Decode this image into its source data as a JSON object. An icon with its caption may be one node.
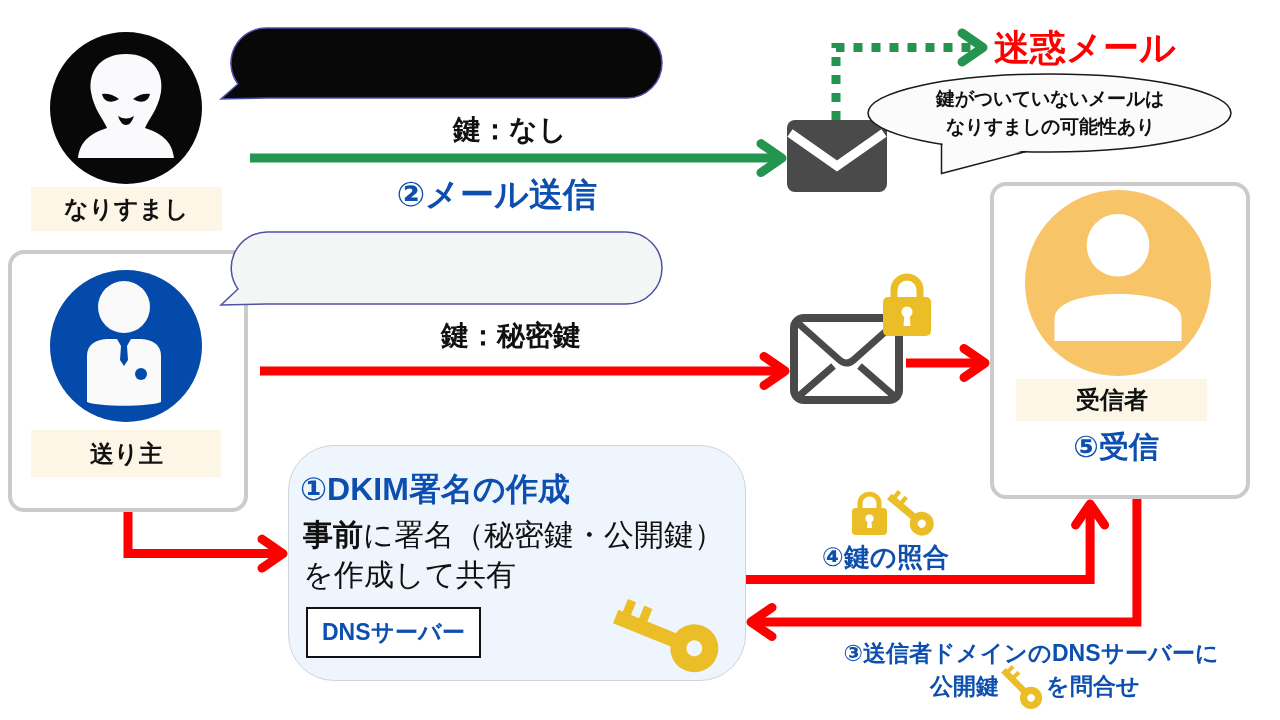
{
  "diagram": {
    "nodes": [
      {
        "text": [
          "なりすまし"
        ]
      },
      {
        "text": [],
        "shape": "bubble"
      },
      {
        "text": [],
        "shape": "envelope"
      },
      {
        "text": [
          "迷惑メール"
        ]
      },
      {
        "text": [
          "鍵がついていないメールはなりすましの可能性あり"
        ]
      },
      {
        "text": [
          "受信者",
          "⑤受信"
        ]
      },
      {
        "text": [
          "送り主"
        ]
      },
      {
        "text": [],
        "shape": "bubble"
      },
      {
        "text": [],
        "shape": "envelope"
      },
      {
        "text": [
          "①DKIM署名の作成",
          "**事前**に署名（秘密鍵・公開鍵）を作成して共有"
        ]
      },
      {
        "text": [
          "DNSサーバー"
        ],
        "in": 9
      }
    ],
    "edges": [
      {
        "from": 0,
        "to": 2,
        "arrow": "to",
        "label": "鍵：なし",
        "color": "#23954f"
      },
      {
        "from": 2,
        "to": 3,
        "arrow": "to",
        "style": "dashed",
        "color": "#23954f"
      },
      {
        "from": 6,
        "to": 8,
        "arrow": "to",
        "label": "鍵：秘密鍵"
      },
      {
        "from": 8,
        "to": 5,
        "arrow": "to"
      },
      {
        "from": 6,
        "to": 9,
        "arrow": "to"
      },
      {
        "from": 9,
        "to": 5,
        "arrow": "to",
        "label": "④鍵の照合"
      },
      {
        "from": 5,
        "to": 9,
        "arrow": "to",
        "label": "③送信者ドメインのDNSサーバーに"
      }
    ],
    "labels": [
      "②メール送信",
      "公開鍵",
      "を問合せ"
    ]
  }
}
